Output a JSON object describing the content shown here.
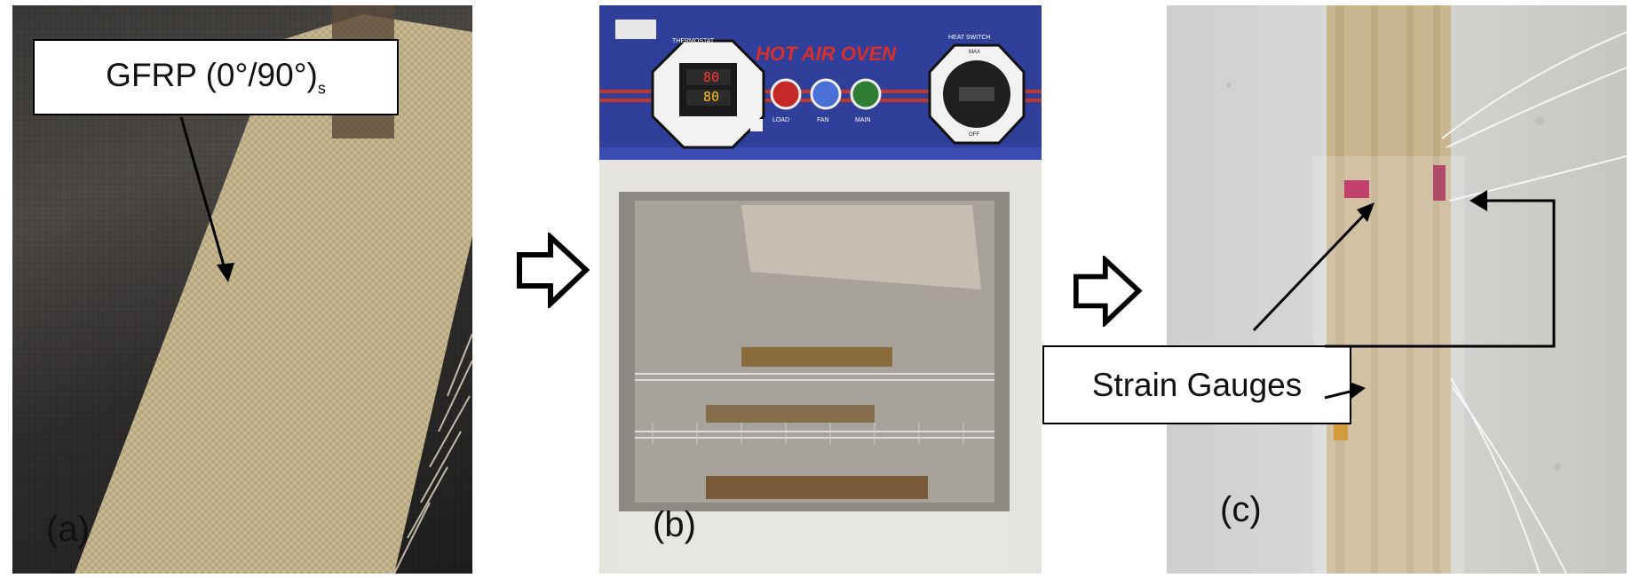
{
  "panels": {
    "a": {
      "label": "(a)",
      "material_label": "GFRP (0°/90°)",
      "material_subscript": "s"
    },
    "b": {
      "label": "(b)",
      "oven_title": "HOT AIR OVEN",
      "thermostat_label": "THERMOSTAT",
      "display_top": "80",
      "display_bottom": "80",
      "button_labels": [
        "LOAD",
        "FAN",
        "MAIN"
      ],
      "switch_label": "HEAT SWITCH",
      "switch_marks": [
        "MAX",
        "OFF"
      ]
    },
    "c": {
      "label": "(c)",
      "callout": "Strain Gauges"
    }
  },
  "colors": {
    "oven_panel": "#2f3f9a",
    "oven_title": "#d9302b",
    "fabric": "#c4b590"
  }
}
